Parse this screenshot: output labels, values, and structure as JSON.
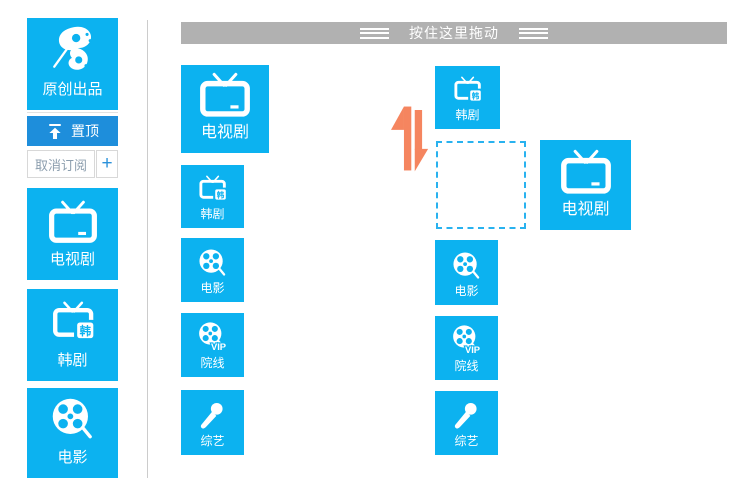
{
  "colors": {
    "tile_blue": "#0cb2f0",
    "pin_blue": "#1e8edb",
    "bar_gray": "#b1b1b1",
    "orange": "#f5855f",
    "dash_blue": "#29b2ef",
    "border_gray": "#d8d8d8",
    "muted_blue_gray": "#8c9eae",
    "plus_blue": "#2b91da"
  },
  "sidebar": {
    "featured": {
      "label": "原创出品",
      "icon": "film-ribbon-icon"
    },
    "pin_button": {
      "label": "置顶",
      "icon": "pin-top-icon"
    },
    "unsubscribe_button": {
      "label": "取消订阅"
    },
    "add_button": {
      "label": "+"
    },
    "channels": [
      {
        "label": "电视剧",
        "icon": "tv-icon"
      },
      {
        "label": "韩剧",
        "icon": "tv-korean-icon",
        "badge": "韩"
      },
      {
        "label": "电影",
        "icon": "film-reel-icon"
      }
    ]
  },
  "main": {
    "drag_bar": {
      "label": "按住这里拖动",
      "icon": "drag-handle-icon"
    },
    "list": [
      {
        "label": "电视剧",
        "icon": "tv-icon",
        "size": "large"
      },
      {
        "label": "韩剧",
        "icon": "tv-korean-icon",
        "badge": "韩"
      },
      {
        "label": "电影",
        "icon": "film-reel-icon"
      },
      {
        "label": "院线",
        "icon": "film-reel-vip-icon",
        "badge": "VIP"
      },
      {
        "label": "综艺",
        "icon": "microphone-icon"
      }
    ],
    "preview": {
      "top_tile": {
        "label": "韩剧",
        "icon": "tv-korean-icon",
        "badge": "韩"
      },
      "drop_placeholder": {
        "icon": "drop-target-dashed-box"
      },
      "dragged_tile": {
        "label": "电视剧",
        "icon": "tv-icon"
      },
      "swap_icon": "swap-vertical-icon",
      "tiles": [
        {
          "label": "电影",
          "icon": "film-reel-icon"
        },
        {
          "label": "院线",
          "icon": "film-reel-vip-icon",
          "badge": "VIP"
        },
        {
          "label": "综艺",
          "icon": "microphone-icon"
        }
      ]
    }
  }
}
